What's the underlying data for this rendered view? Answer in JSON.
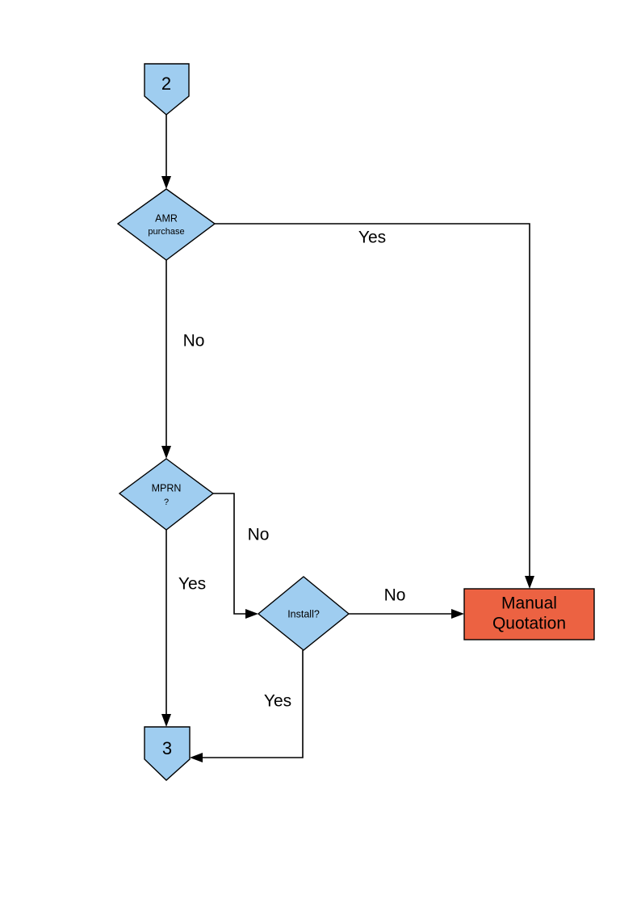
{
  "diagram": {
    "type": "flowchart",
    "title": "",
    "background_color": "#ffffff",
    "palette": {
      "node_blue_fill": "#9FCDF0",
      "node_orange_fill": "#EC6242",
      "stroke": "#000000",
      "text": "#000000"
    },
    "nodes": [
      {
        "id": "start-2",
        "shape": "pentagon-connector",
        "label": "2",
        "fill": "#9FCDF0"
      },
      {
        "id": "amr-purchase",
        "shape": "diamond",
        "label_line1": "AMR",
        "label_line2": "purchase",
        "fill": "#9FCDF0"
      },
      {
        "id": "mprn",
        "shape": "diamond",
        "label_line1": "MPRN",
        "label_line2": "?",
        "fill": "#9FCDF0"
      },
      {
        "id": "install",
        "shape": "diamond",
        "label_line1": "Install?",
        "label_line2": "",
        "fill": "#9FCDF0"
      },
      {
        "id": "manual-quotation",
        "shape": "rectangle",
        "label_line1": "Manual",
        "label_line2": "Quotation",
        "fill": "#EC6242"
      },
      {
        "id": "end-3",
        "shape": "pentagon-connector",
        "label": "3",
        "fill": "#9FCDF0"
      }
    ],
    "edges": [
      {
        "id": "e1",
        "from": "start-2",
        "to": "amr-purchase",
        "label": ""
      },
      {
        "id": "e2",
        "from": "amr-purchase",
        "to": "manual-quotation",
        "label": "Yes"
      },
      {
        "id": "e3",
        "from": "amr-purchase",
        "to": "mprn",
        "label": "No"
      },
      {
        "id": "e4",
        "from": "mprn",
        "to": "install",
        "label": "No"
      },
      {
        "id": "e5",
        "from": "mprn",
        "to": "end-3",
        "label": "Yes"
      },
      {
        "id": "e6",
        "from": "install",
        "to": "manual-quotation",
        "label": "No"
      },
      {
        "id": "e7",
        "from": "install",
        "to": "end-3",
        "label": "Yes"
      }
    ]
  }
}
